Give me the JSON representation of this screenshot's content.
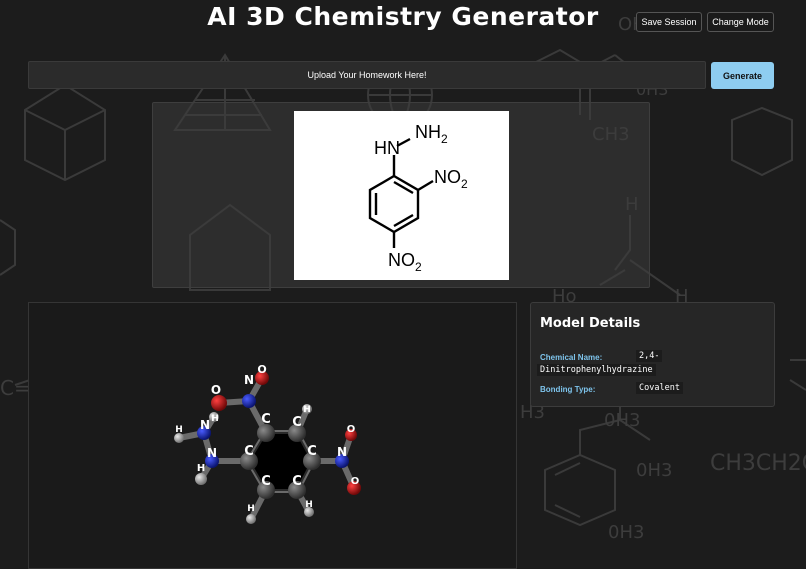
{
  "app": {
    "title": "AI 3D Chemistry Generator"
  },
  "header": {
    "save_label": "Save Session",
    "mode_label": "Change Mode"
  },
  "upload": {
    "label": "Upload Your Homework Here!",
    "generate_label": "Generate"
  },
  "structure_image": {
    "labels": {
      "hn": "HN",
      "nh2": "NH2",
      "no2_right": "NO2",
      "no2_bottom": "NO2"
    }
  },
  "model_details": {
    "heading": "Model Details",
    "chemical_name_label": "Chemical Name:",
    "chemical_name_value_1": "2,4-",
    "chemical_name_value_2": "Dinitrophenylhydrazine",
    "bonding_type_label": "Bonding Type:",
    "bonding_type_value": "Covalent"
  },
  "molecule_3d": {
    "atom_labels": {
      "carbon": "C",
      "nitrogen": "N",
      "oxygen": "O",
      "hydrogen": "H"
    }
  },
  "background_sketch": {
    "labels": [
      "OH",
      "HO",
      "CH3",
      "OH3",
      "H",
      "H3",
      "CH3CH2C",
      "C=",
      "Ho"
    ]
  },
  "colors": {
    "accent": "#8ecdf0",
    "label_blue": "#7ec4ec",
    "background": "#1c1c1c"
  }
}
